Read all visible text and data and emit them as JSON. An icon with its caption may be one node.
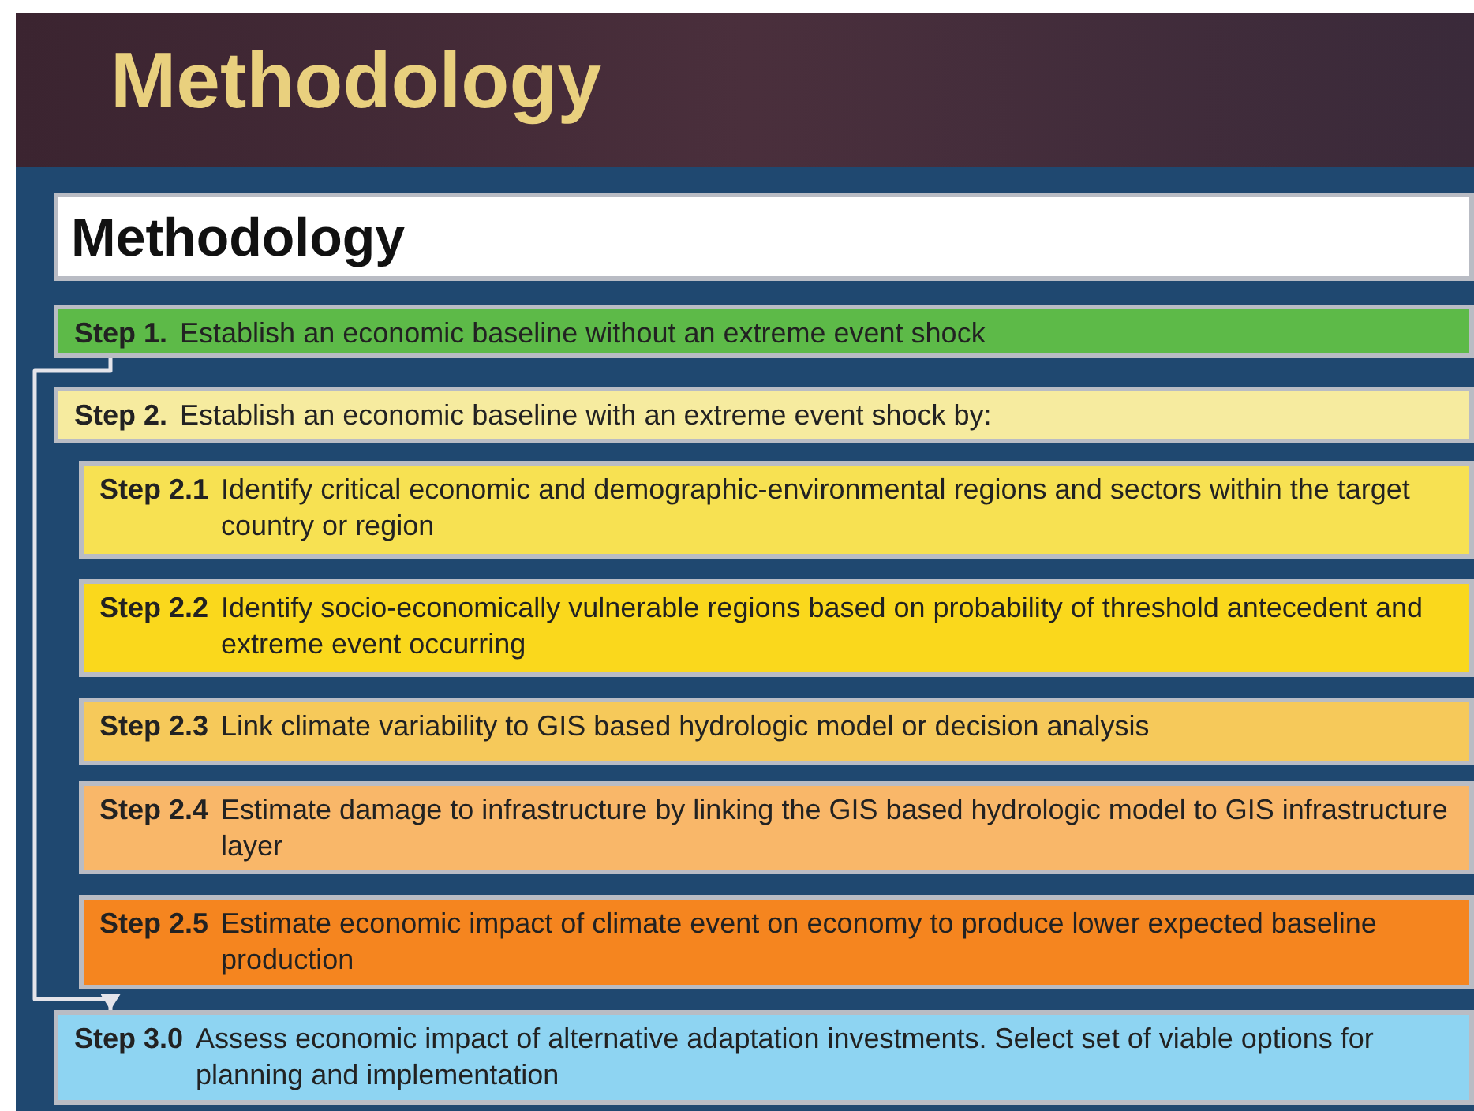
{
  "diagram": {
    "title": "Methodology",
    "nodes": [
      {
        "text": [
          "Methodology"
        ]
      },
      {
        "text": [
          "Step 1.",
          "Establish an economic baseline without an extreme event shock"
        ]
      },
      {
        "text": [
          "Step 2.",
          "Establish an economic baseline with an extreme event shock by:"
        ]
      },
      {
        "text": [
          "Step 2.1",
          "Identify critical economic and demographic-environmental regions and sectors within the target country or region"
        ]
      },
      {
        "text": [
          "Step 2.2",
          "Identify socio-economically vulnerable regions based on probability of threshold antecedent and extreme event occurring"
        ]
      },
      {
        "text": [
          "Step 2.3",
          "Link climate variability to GIS based hydrologic model or decision analysis"
        ]
      },
      {
        "text": [
          "Step 2.4",
          "Estimate damage to infrastructure by linking the GIS based hydrologic model to GIS infrastructure layer"
        ]
      },
      {
        "text": [
          "Step 2.5",
          "Estimate economic impact of climate event on economy to produce lower expected baseline production"
        ]
      },
      {
        "text": [
          "Step 3.0",
          "Assess economic impact of alternative adaptation investments. Select set of viable options for planning and implementation"
        ]
      }
    ],
    "edges": [
      {
        "from": 1,
        "to": 8,
        "arrow": "to"
      }
    ]
  }
}
